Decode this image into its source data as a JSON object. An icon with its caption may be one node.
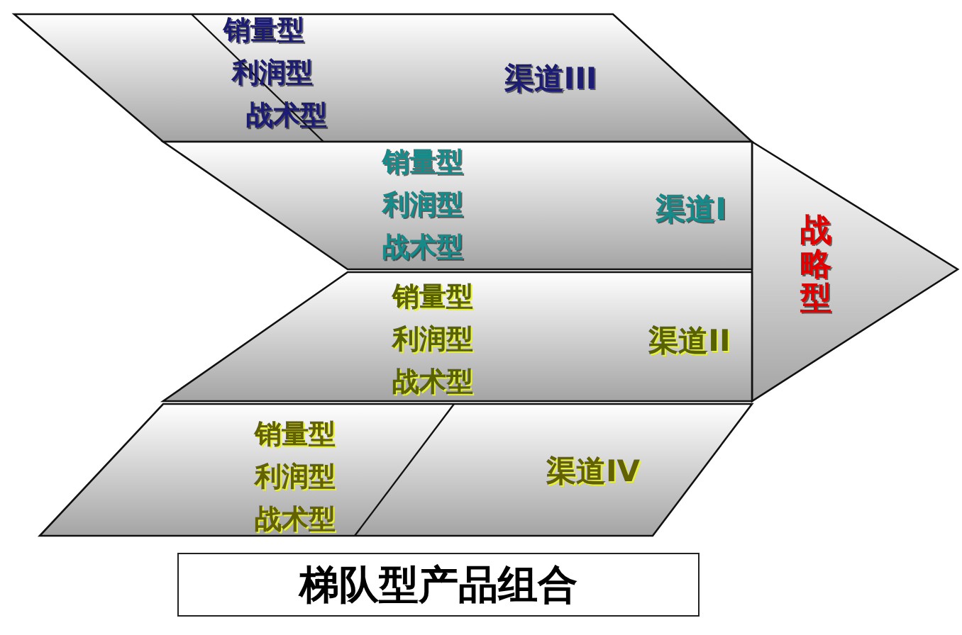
{
  "diagram": {
    "title": "梯队型产品组合",
    "nodes": [
      {
        "text": [
          "销量型",
          "利润型",
          "战术型",
          "渠道III"
        ]
      },
      {
        "text": [
          "销量型",
          "利润型",
          "战术型",
          "渠道I"
        ]
      },
      {
        "text": [
          "销量型",
          "利润型",
          "战术型",
          "渠道II"
        ]
      },
      {
        "text": [
          "销量型",
          "利润型",
          "战术型",
          "渠道IV"
        ]
      },
      {
        "text": [
          "战略型"
        ]
      }
    ]
  }
}
